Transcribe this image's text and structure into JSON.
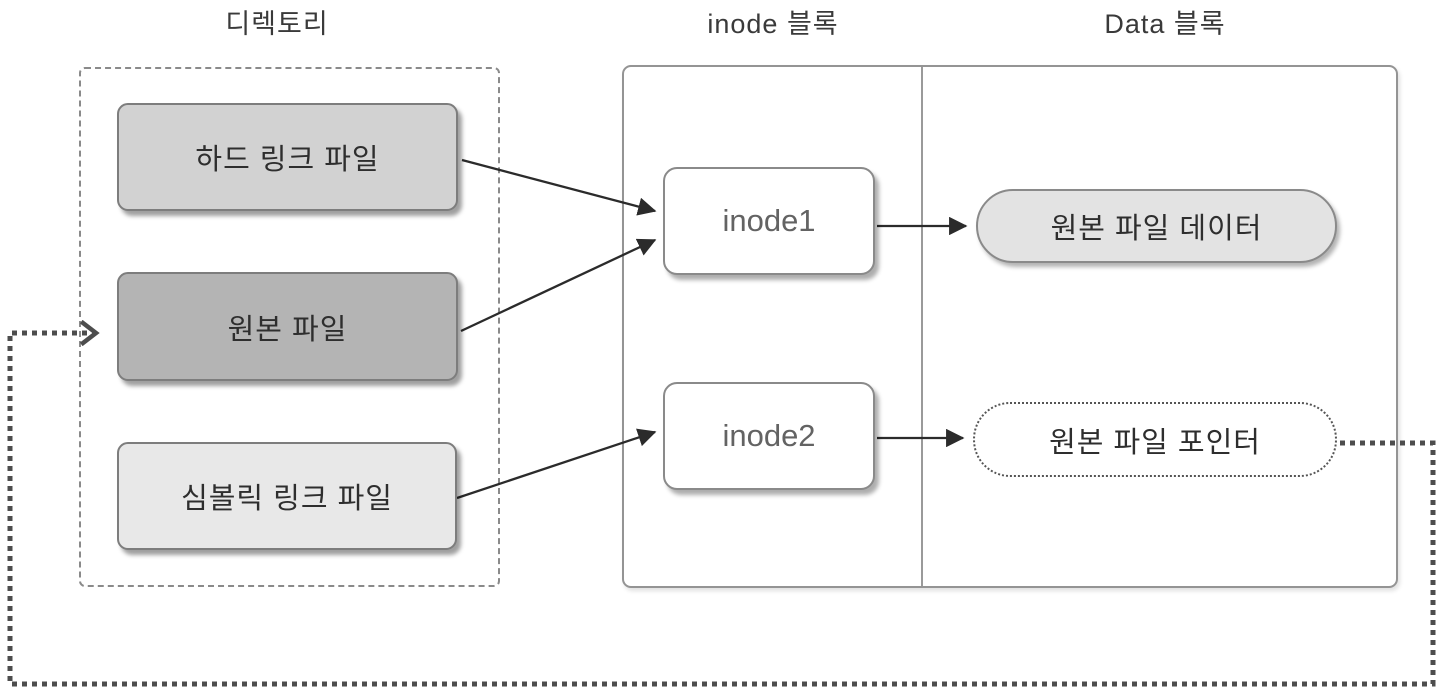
{
  "headers": {
    "directory": "디렉토리",
    "inode_block": "inode 블록",
    "data_block": "Data 블록"
  },
  "nodes": {
    "hard_link": {
      "label": "하드 링크 파일"
    },
    "original": {
      "label": "원본 파일"
    },
    "symlink": {
      "label": "심볼릭 링크 파일"
    },
    "inode1": {
      "label": "inode1"
    },
    "inode2": {
      "label": "inode2"
    },
    "original_data": {
      "label": "원본 파일 데이터"
    },
    "original_pointer": {
      "label": "원본 파일 포인터"
    }
  },
  "colors": {
    "hard_link_fill": "#d2d2d2",
    "original_fill": "#b4b4b4",
    "symlink_fill": "#e8e8e8",
    "inode_fill": "#ffffff",
    "original_data_fill": "#e3e3e3",
    "original_pointer_fill": "#ffffff",
    "node_border": "#7d7d7d",
    "container_border": "#949494",
    "arrow": "#2b2b2b",
    "dotted_link": "#4d4d4d"
  }
}
